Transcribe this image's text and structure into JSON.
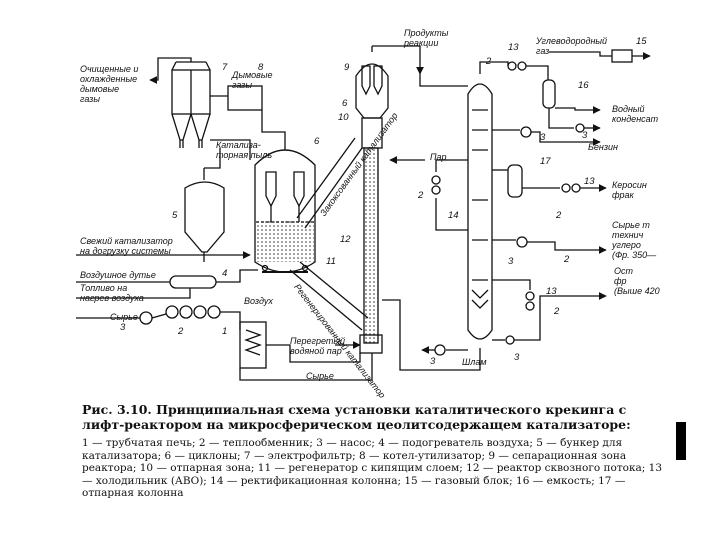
{
  "labels": {
    "clean_gases": "Очищенные и\nохлажденные\nдымовые\nгазы",
    "flue_gases": "Дымовые\nгазы",
    "catalyst_dust": "Катализа-\nторная пыль",
    "fresh_catalyst": "Свежий катализатор\nна догрузку системы",
    "air_blowing": "Воздушное дутье",
    "fuel": "Топливо на\nнагрев воздуха",
    "feed_left": "Сырье",
    "air": "Воздух",
    "products": "Продукты\nреакции",
    "steam": "Пар",
    "superheated_steam": "Перегретый\nводяной пар",
    "feed_bottom": "Сырье",
    "hydrocarbon_gas": "Углеводородный\nгаз",
    "water_condensate": "Водный\nконденсат",
    "gasoline": "Бензин",
    "kerosene": "Керосин\nфрак",
    "feed_tech": "Сырье т\nтехнич\nуглеро\n(Фр. 350—",
    "residue": "Ост\nфр\n(Выше 420",
    "sludge": "Шлам",
    "coked_catalyst": "Закоксованный катализатор",
    "regen_catalyst": "Регенерированный катализатор"
  },
  "numbers": {
    "n1": "1",
    "n2a": "2",
    "n2b": "2",
    "n2c": "2",
    "n2d": "2",
    "n2e": "2",
    "n2f": "2",
    "n3a": "3",
    "n3b": "3",
    "n3c": "3",
    "n3d": "3",
    "n3e": "3",
    "n3f": "3",
    "n4": "4",
    "n5": "5",
    "n6a": "6",
    "n6b": "6",
    "n7": "7",
    "n8": "8",
    "n9": "9",
    "n10": "10",
    "n11": "11",
    "n12": "12",
    "n13a": "13",
    "n13b": "13",
    "n13c": "13",
    "n14": "14",
    "n15": "15",
    "n16": "16",
    "n17": "17"
  },
  "caption": {
    "title": "Рис. 3.10. Принципиальная схема установки каталитического крекинга с лифт-реактором на микросферическом цеолитсодержащем катализаторе:",
    "legend": "1 — трубчатая печь; 2 — теплообменник; 3 — насос; 4 — подогреватель воздуха; 5 — бункер для катализатора; 6 — циклоны; 7 — электрофильтр; 8 — котел-утилизатор; 9 — сепарационная зона реактора; 10 — отпарная зона; 11 — регенератор с кипящим слоем; 12 — реактор сквозного потока; 13 — холодильник (АВО); 14 — ректификационная колонна; 15 — газовый блок; 16 — емкость; 17 — отпарная колонна"
  }
}
